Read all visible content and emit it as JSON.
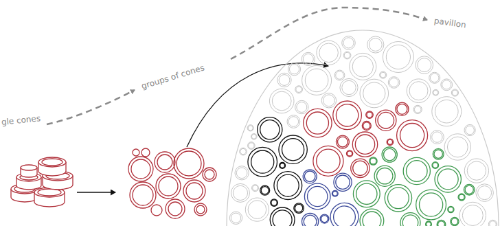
{
  "diagram": {
    "labels": [
      "gle cones",
      "groups of cones",
      "pavillon"
    ]
  }
}
